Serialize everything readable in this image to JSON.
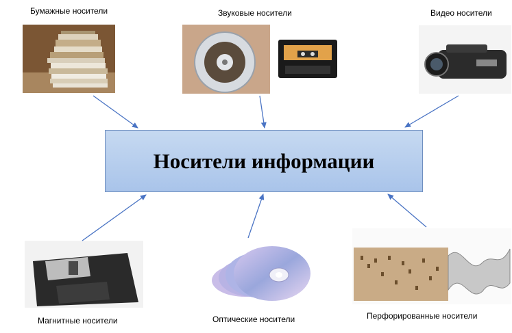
{
  "center": {
    "title": "Носители информации"
  },
  "nodes": {
    "paper": {
      "label": "Бумажные носители",
      "icon": "paper-stack-image"
    },
    "audio": {
      "label": "Звуковые носители",
      "icon": "reel-and-cassette-image"
    },
    "video": {
      "label": "Видео носители",
      "icon": "camcorder-image"
    },
    "magnetic": {
      "label": "Магнитные носители",
      "icon": "floppy-disk-image"
    },
    "optical": {
      "label": "Оптические носители",
      "icon": "optical-discs-image"
    },
    "punched": {
      "label": "Перфорированные носители",
      "icon": "punched-card-image"
    }
  },
  "colors": {
    "box_fill": "#b8cfee",
    "box_border": "#6f8fc0",
    "arrow": "#4a74c4"
  }
}
